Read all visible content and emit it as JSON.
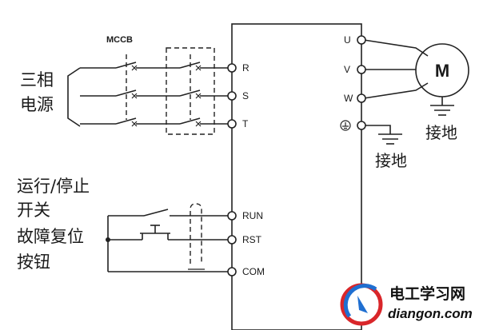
{
  "labels": {
    "mccb": "MCCB",
    "three_phase": [
      "三相",
      "电源"
    ],
    "run_stop": [
      "运行/停止",
      "开关"
    ],
    "fault_reset": [
      "故障复位",
      "按钮"
    ],
    "motor": "M",
    "ground_motor": "接地",
    "ground_inverter": "接地"
  },
  "terminals_left": [
    "R",
    "S",
    "T",
    "RUN",
    "RST",
    "COM"
  ],
  "terminals_right": [
    "U",
    "V",
    "W"
  ],
  "watermark": {
    "title": "电工学习网",
    "url": "diangon.com"
  },
  "colors": {
    "line": "#222222",
    "logo_red": "#d9262a",
    "logo_blue": "#1f6fd1"
  }
}
